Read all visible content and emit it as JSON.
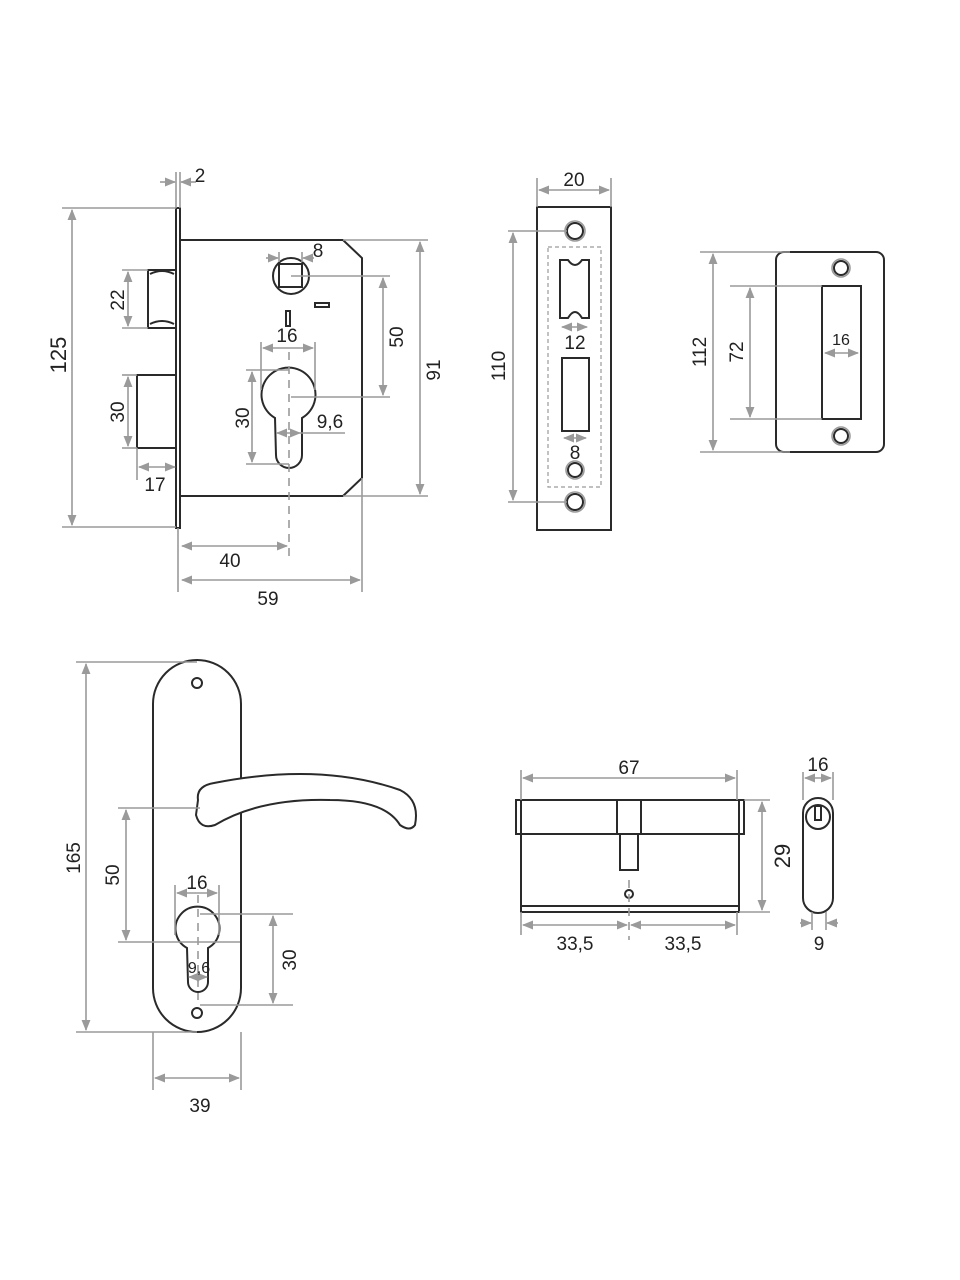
{
  "mortise_lock": {
    "faceplate_thickness": "2",
    "faceplate_height": "125",
    "latch_height": "22",
    "bolt_height": "30",
    "bolt_throw": "17",
    "spindle_square": "8",
    "cylinder_width": "16",
    "spindle_to_cylinder": "50",
    "body_height": "91",
    "cylinder_hole_height": "30",
    "cylinder_slot_width": "9,6",
    "backset": "40",
    "body_depth": "59"
  },
  "strike_plate": {
    "width": "20",
    "hole_spacing": "110",
    "latch_opening": "12",
    "bolt_opening": "8"
  },
  "strike_box": {
    "height": "112",
    "opening_height": "72",
    "opening_width": "16"
  },
  "handle": {
    "plate_height": "165",
    "lever_to_cylinder": "50",
    "cylinder_width": "16",
    "cylinder_hole_height": "30",
    "cylinder_slot_width": "9,6",
    "plate_width": "39"
  },
  "cylinder": {
    "length": "67",
    "height": "29",
    "half_left": "33,5",
    "half_right": "33,5",
    "profile_width": "16",
    "profile_bottom_width": "9"
  }
}
